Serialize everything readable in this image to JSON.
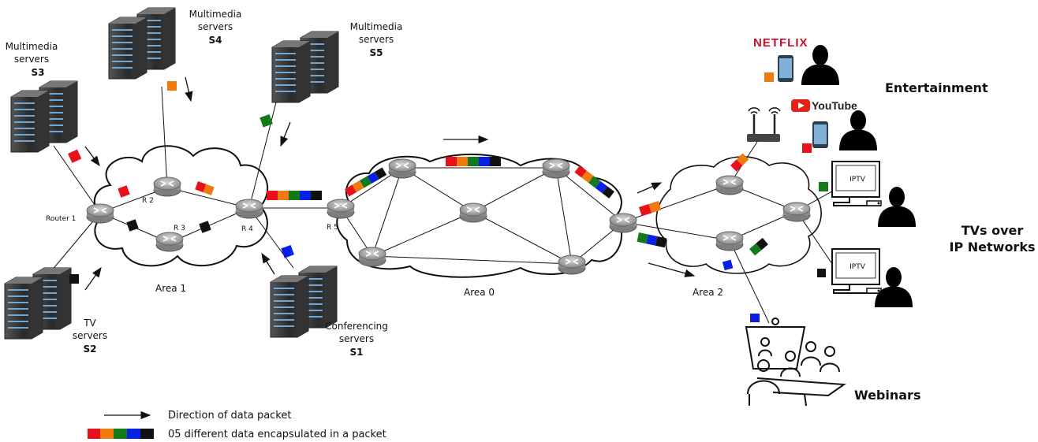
{
  "colors": {
    "red": "#e8111b",
    "orange": "#f07a10",
    "green": "#137a1a",
    "blue": "#0a1fe6",
    "black": "#111111"
  },
  "servers": {
    "s3": {
      "line1": "Multimedia",
      "line2": "servers",
      "id": "S3"
    },
    "s4": {
      "line1": "Multimedia",
      "line2": "servers",
      "id": "S4"
    },
    "s5": {
      "line1": "Multimedia",
      "line2": "servers",
      "id": "S5"
    },
    "s2": {
      "line1": "TV",
      "line2": "servers",
      "id": "S2"
    },
    "s1": {
      "line1": "Conferencing",
      "line2": "servers",
      "id": "S1"
    }
  },
  "routers": {
    "r1": "Router 1",
    "r2": "R 2",
    "r3": "R 3",
    "r4": "R 4",
    "r5": "R 5"
  },
  "areas": {
    "a1": "Area 1",
    "a0": "Area 0",
    "a2": "Area 2"
  },
  "services": {
    "netflix": "NETFLIX",
    "youtube": "YouTube",
    "entertainment": "Entertainment",
    "tv_line1": "TVs over",
    "tv_line2": "IP Networks",
    "iptv": "IPTV",
    "webinars": "Webinars"
  },
  "legend": {
    "arrow": "Direction of data packet",
    "packet": "05 different data encapsulated in a packet"
  }
}
